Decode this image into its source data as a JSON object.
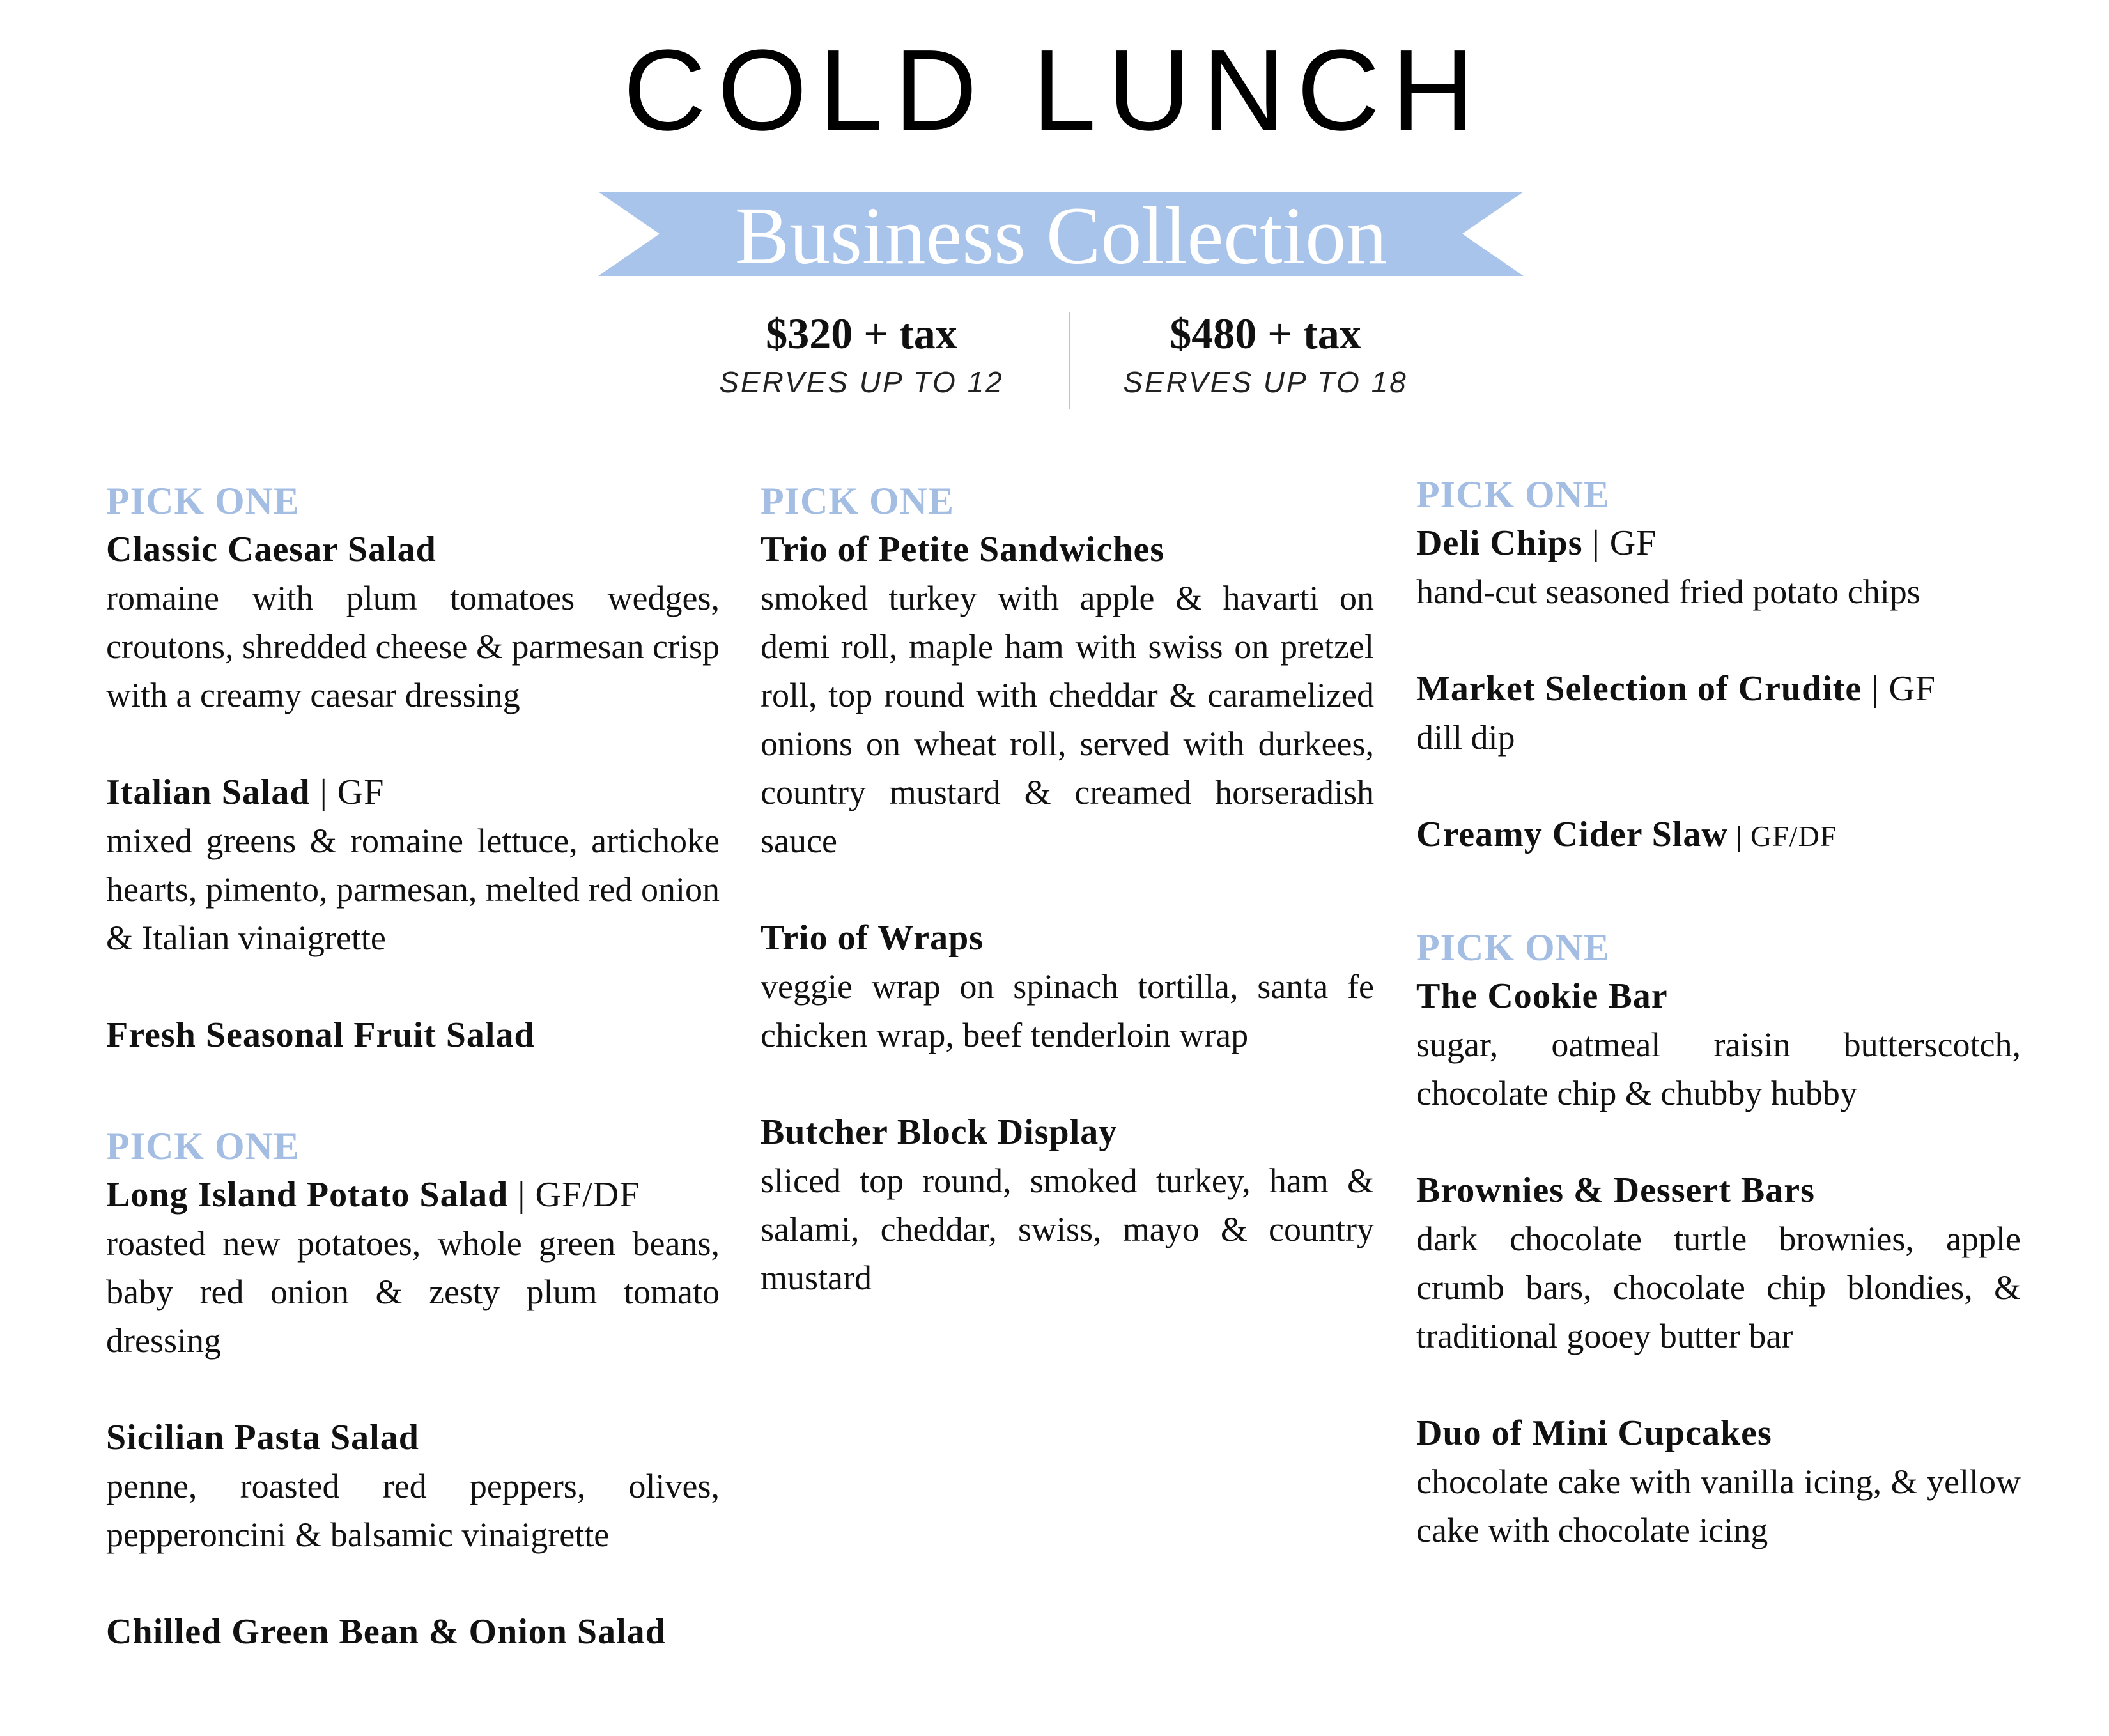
{
  "title": "COLD LUNCH",
  "banner": {
    "text": "Business Collection",
    "color": "#a9c4ea"
  },
  "pricing": [
    {
      "price": "$320 + tax",
      "serves": "SERVES UP TO 12"
    },
    {
      "price": "$480 + tax",
      "serves": "SERVES UP TO 18"
    }
  ],
  "accent_color": "#a3bde3",
  "col1": {
    "pick1": "PICK ONE",
    "items1": [
      {
        "name": "Classic Caesar Salad",
        "tag": "",
        "desc": "romaine with plum tomatoes wedges, croutons, shredded cheese & parmesan crisp with a creamy caesar dressing"
      },
      {
        "name": "Italian Salad",
        "tag": " | GF",
        "desc": "mixed greens & romaine lettuce, artichoke hearts, pimento, parmesan, melted red onion & Italian vinaigrette"
      },
      {
        "name": "Fresh Seasonal Fruit Salad",
        "tag": "",
        "desc": ""
      }
    ],
    "pick2": "PICK ONE",
    "items2": [
      {
        "name": "Long Island Potato Salad",
        "tag": " | GF/DF",
        "desc": "roasted new potatoes, whole green beans, baby red onion & zesty plum tomato dressing"
      },
      {
        "name": "Sicilian Pasta Salad",
        "tag": "",
        "desc": "penne, roasted red peppers, olives, pepperoncini & balsamic vinaigrette"
      },
      {
        "name": "Chilled Green Bean & Onion Salad",
        "tag": "",
        "desc": ""
      }
    ]
  },
  "col2": {
    "pick1": "PICK ONE",
    "items1": [
      {
        "name": "Trio of Petite Sandwiches",
        "tag": "",
        "desc": "smoked turkey with apple & havarti on demi roll, maple ham with swiss on pretzel roll, top round with cheddar & caramelized onions on wheat roll, served with durkees, country mustard & creamed horseradish sauce"
      },
      {
        "name": "Trio of Wraps",
        "tag": "",
        "desc": "veggie wrap on spinach tortilla, santa fe chicken wrap, beef tenderloin wrap"
      },
      {
        "name": "Butcher Block Display",
        "tag": "",
        "desc": "sliced top round, smoked turkey, ham & salami, cheddar, swiss, mayo & country mustard"
      }
    ]
  },
  "col3": {
    "pick1": "PICK ONE",
    "items1": [
      {
        "name": "Deli Chips",
        "tag": " | GF",
        "desc": "hand-cut seasoned fried potato chips"
      },
      {
        "name": "Market Selection of Crudite",
        "tag": " | GF",
        "desc": "dill dip"
      },
      {
        "name": "Creamy Cider Slaw",
        "tag": " | GF/DF",
        "desc": ""
      }
    ],
    "pick2": "PICK ONE",
    "items2": [
      {
        "name": "The Cookie Bar",
        "tag": "",
        "desc": "sugar, oatmeal raisin butterscotch, chocolate chip & chubby hubby"
      },
      {
        "name": "Brownies & Dessert Bars",
        "tag": "",
        "desc": "dark chocolate turtle brownies, apple crumb bars, chocolate chip blondies, & traditional gooey butter bar"
      },
      {
        "name": "Duo of Mini Cupcakes",
        "tag": "",
        "desc": "chocolate cake with vanilla icing, & yellow cake with chocolate icing"
      }
    ]
  }
}
